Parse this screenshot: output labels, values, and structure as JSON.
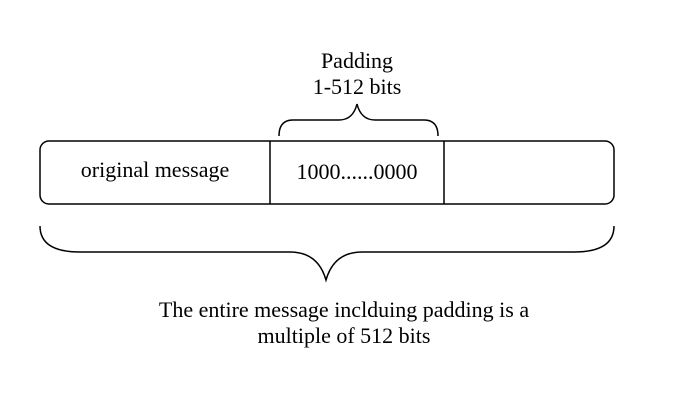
{
  "padding": {
    "title": "Padding",
    "range": "1-512 bits"
  },
  "segments": {
    "original": "original message",
    "padding_bits": "1000......0000",
    "length_field": ""
  },
  "caption": {
    "line1": "The entire message inclduing padding is a",
    "line2": "multiple of 512 bits"
  },
  "colors": {
    "stroke": "#000000",
    "background": "#ffffff"
  }
}
